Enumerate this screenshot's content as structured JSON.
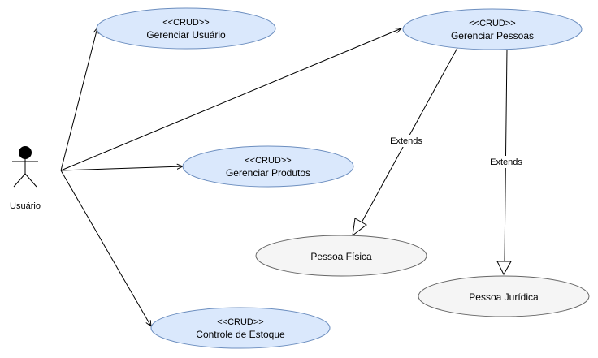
{
  "actor": {
    "label": "Usuário"
  },
  "use_cases": {
    "gerenciar_usuario": {
      "stereotype": "<<CRUD>>",
      "name": "Gerenciar Usuário"
    },
    "gerenciar_pessoas": {
      "stereotype": "<<CRUD>>",
      "name": "Gerenciar Pessoas"
    },
    "gerenciar_produtos": {
      "stereotype": "<<CRUD>>",
      "name": "Gerenciar Produtos"
    },
    "controle_estoque": {
      "stereotype": "<<CRUD>>",
      "name": "Controle de Estoque"
    },
    "pessoa_fisica": {
      "name": "Pessoa Física"
    },
    "pessoa_juridica": {
      "name": "Pessoa Jurídica"
    }
  },
  "relations": {
    "extends_fisica": "Extends",
    "extends_juridica": "Extends"
  },
  "colors": {
    "primary_fill": "#dae8fc",
    "primary_stroke": "#6c8ebf",
    "secondary_fill": "#f5f5f5",
    "secondary_stroke": "#666666"
  }
}
